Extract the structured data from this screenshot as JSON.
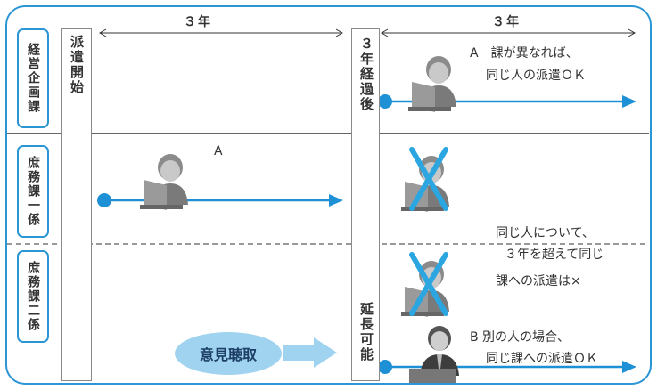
{
  "periods": {
    "first": "３年",
    "second": "３年"
  },
  "departments": [
    {
      "id": "kikaku",
      "label": "経営企画課"
    },
    {
      "id": "shomu1",
      "label": "庶務課一係"
    },
    {
      "id": "shomu2",
      "label": "庶務課二係"
    }
  ],
  "columns": {
    "start": "派遣開始",
    "after3": "３年経過後",
    "extend": "延長可能"
  },
  "notes": {
    "person_a": "A",
    "a_other_dept_line1": "A　課が異なれば、",
    "a_other_dept_line2": "同じ人の派遣ＯＫ",
    "same_person_line1": "同じ人について、",
    "same_person_line2": "３年を超えて同じ",
    "same_person_line3": "課への派遣は×",
    "b_line1": "B  別の人の場合、",
    "b_line2": "同じ課への派遣ＯＫ"
  },
  "opinion_hearing": "意見聴取",
  "colors": {
    "accent": "#2b96d3",
    "arrow": "#1e90d6",
    "cross": "#2ba6e0",
    "bubble": "#9fd3f0"
  },
  "icons": [
    "person-at-laptop-icon",
    "cross-mark-icon"
  ]
}
